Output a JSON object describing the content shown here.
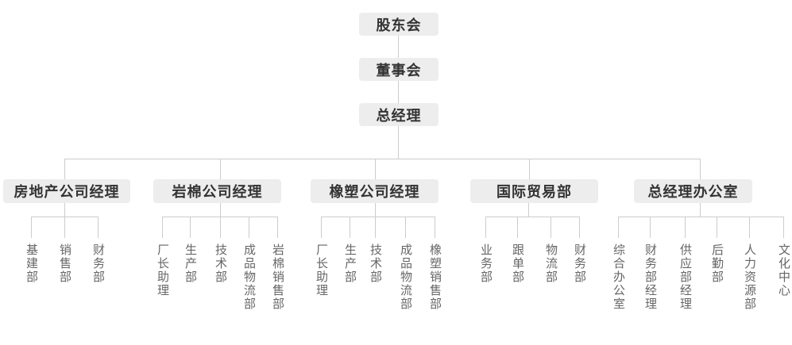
{
  "palette": {
    "background": "#ffffff",
    "box_bg": "#ededed",
    "box_text": "#333333",
    "leaf_text": "#666666",
    "line": "#cccccc"
  },
  "chain": [
    {
      "label": "股东会"
    },
    {
      "label": "董事会"
    },
    {
      "label": "总经理"
    }
  ],
  "branches": [
    {
      "label": "房地产公司经理",
      "children": [
        "基建部",
        "销售部",
        "财务部"
      ]
    },
    {
      "label": "岩棉公司经理",
      "children": [
        "厂长助理",
        "生产部",
        "技术部",
        "成品物流部",
        "岩棉销售部"
      ]
    },
    {
      "label": "橡塑公司经理",
      "children": [
        "厂长助理",
        "生产部",
        "技术部",
        "成品物流部",
        "橡塑销售部"
      ]
    },
    {
      "label": "国际贸易部",
      "children": [
        "业务部",
        "跟单部",
        "物流部",
        "财务部"
      ]
    },
    {
      "label": "总经理办公室",
      "children": [
        "综合办公室",
        "财务部经理",
        "供应部经理",
        "后勤部",
        "人力资源部",
        "文化中心"
      ]
    }
  ]
}
